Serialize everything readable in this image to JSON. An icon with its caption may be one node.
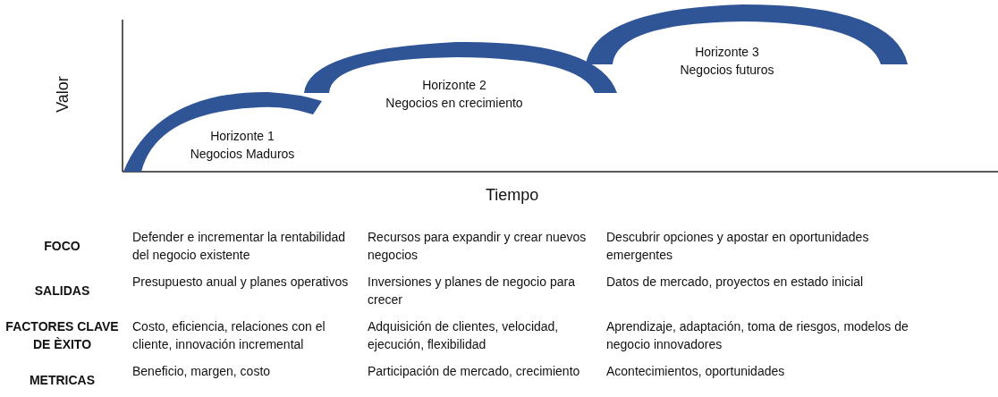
{
  "diagram": {
    "nodes": [
      {
        "text": [
          "Horizonte 1",
          "Negocios Maduros"
        ]
      },
      {
        "text": [
          "Horizonte 2",
          "Negocios en crecimiento"
        ]
      },
      {
        "text": [
          "Horizonte 3",
          "Negocios futuros"
        ]
      }
    ],
    "labels": [
      "Valor",
      "Tiempo",
      "FOCO",
      "Defender e incrementar la rentabilidad del negocio existente",
      "Recursos para expandir y crear nuevos negocios",
      "Descubrir opciones y apostar en oportunidades emergentes",
      "SALIDAS",
      "Presupuesto anual y planes operativos",
      "Inversiones y planes de negocio para crecer",
      "Datos de mercado, proyectos en estado inicial",
      "FACTORES CLAVE DE ÈXITO",
      "Costo, eficiencia, relaciones con el cliente, innovación incremental",
      "Adquisición de clientes, velocidad, ejecución, flexibilidad",
      "Aprendizaje, adaptación, toma de riesgos, modelos de negocio innovadores",
      "METRICAS",
      "Beneficio, margen, costo",
      "Participación de mercado, crecimiento",
      "Acontecimientos, oportunidades"
    ]
  }
}
